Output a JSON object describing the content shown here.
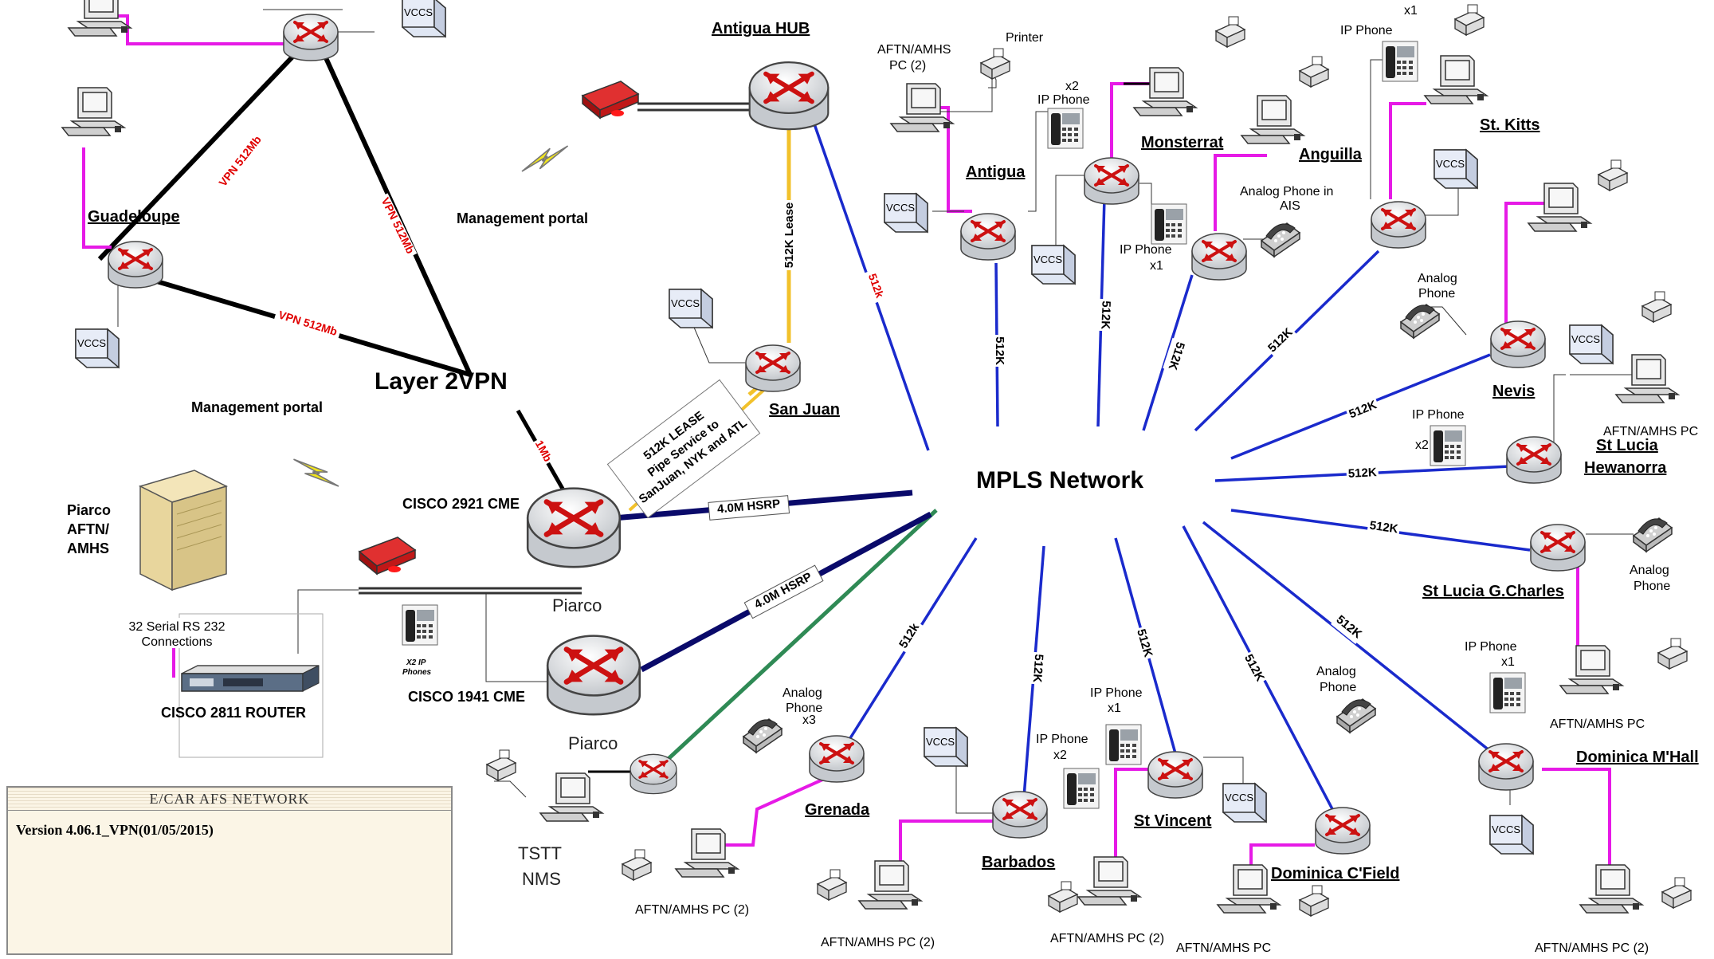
{
  "diagram": {
    "title_layer2": "Layer 2VPN",
    "mpls": "MPLS Network",
    "mgmt_portal_1": "Management portal",
    "mgmt_portal_2": "Management portal",
    "antigua_hub": "Antigua HUB",
    "sites": {
      "guadeloupe": "Guadeloupe",
      "san_juan": "San Juan",
      "antigua": "Antigua",
      "monsterrat": "Monsterrat",
      "anguilla": "Anguilla",
      "st_kitts": "St. Kitts",
      "nevis": "Nevis",
      "st_lucia_1": "St Lucia",
      "st_lucia_2": "Hewanorra",
      "st_lucia_gcharles": "St Lucia G.Charles",
      "dominica_mhall": "Dominica M'Hall",
      "dominica_cfield": "Dominica C'Field",
      "st_vincent": "St Vincent",
      "barbados": "Barbados",
      "grenada": "Grenada"
    },
    "piarco": {
      "aftn_1": "Piarco",
      "aftn_2": "AFTN/",
      "aftn_3": "AMHS",
      "serial_1": "32 Serial  RS 232",
      "serial_2": "Connections",
      "cisco2811": "CISCO 2811 ROUTER",
      "cisco2921": "CISCO 2921  CME",
      "cisco1941": "CISCO 1941  CME",
      "piarco_a": "Piarco",
      "piarco_b": "Piarco",
      "x2ip_1": "X2 IP",
      "x2ip_2": "Phones",
      "tstt_1": "TSTT",
      "tstt_2": "NMS"
    },
    "device_labels": {
      "printer": "Printer",
      "aftn_pc2_1": "AFTN/AMHS",
      "aftn_pc2_2": "PC (2)",
      "ipphone": "IP Phone",
      "x1": "x1",
      "x2": "x2",
      "x3": "x3",
      "analog_phone_in_ais_1": "Analog Phone in",
      "analog_phone_in_ais_2": "AIS",
      "analog": "Analog",
      "phone": "Phone",
      "aftn_amhs_pc": "AFTN/AMHS PC",
      "aftn_amhs_pc2": "AFTN/AMHS PC (2)",
      "vccs": "VCCS"
    },
    "links": {
      "vpn512": "VPN 512Mb",
      "lease": "512K Lease",
      "k512": "512K",
      "k512s": "512k",
      "k512sh": "512K",
      "hsrp": "4.0M HSRP",
      "onemb": "1Mb",
      "lease_note_1": "512K LEASE",
      "lease_note_2": "Pipe Service to",
      "lease_note_3": "SanJuan, NYK and ATL"
    }
  },
  "legend": {
    "title": "E/CAR AFS NETWORK",
    "version": "Version 4.06.1_VPN(01/05/2015)"
  },
  "colors": {
    "magenta": "#e61ae6",
    "blue_link": "#1a2acc",
    "navy_link": "#0a0a6a",
    "green_link": "#2f8a55",
    "yellow_link": "#f2c12b",
    "vpn_red": "#e00000",
    "router_red": "#cc1111"
  }
}
